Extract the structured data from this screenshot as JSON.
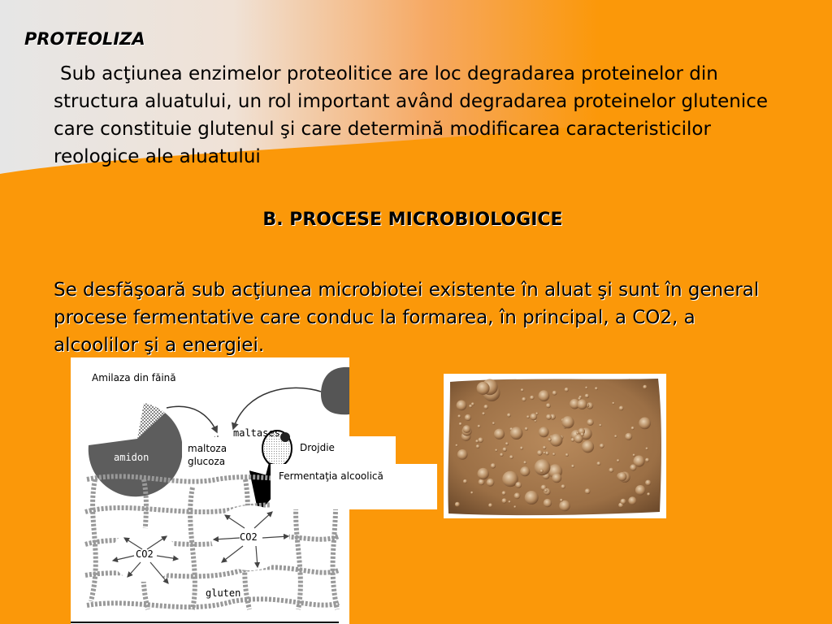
{
  "slide": {
    "title": "PROTEOLIZA",
    "paragraph1": "Sub acţiunea enzimelor proteolitice are loc degradarea proteinelor din structura aluatului, un rol important având degradarea proteinelor glutenice care constituie glutenul şi care determină modificarea caracteristicilor reologice ale aluatului",
    "section_heading": "B. PROCESE MICROBIOLOGICE",
    "paragraph2": "Se desfăşoară sub acţiunea microbiotei existente în aluat şi sunt în general procese fermentative care conduc la formarea, în principal, a CO2, a alcoolilor şi a energiei."
  },
  "diagram": {
    "amilaza_label": "Amilaza din făină",
    "amidon_label": "amidon",
    "maltases_label": "maltases",
    "maltoza_label": "maltoza",
    "glucoza_label": "glucoza",
    "drojdie_label": "Drojdie",
    "fermentatie_label": "Fermentaţia alcoolică",
    "co2_label_1": "CO2",
    "co2_label_2": "CO2",
    "gluten_label": "gluten"
  },
  "colors": {
    "background": "#fb9809",
    "gradient_start": "#e6e6e6",
    "amidon_fill": "#5d5d5d",
    "dough_photo": "#a77a4e"
  }
}
